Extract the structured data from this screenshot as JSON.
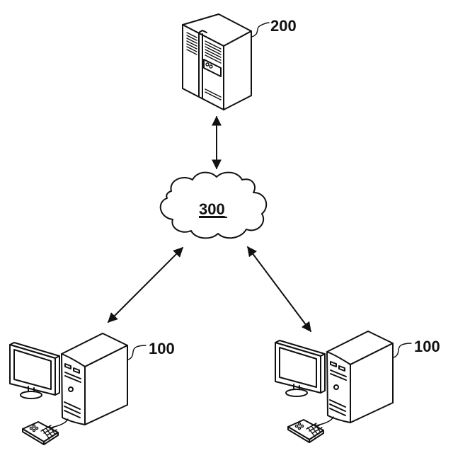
{
  "figure": {
    "type": "network-system-diagram",
    "colors": {
      "stroke": "#111111",
      "background": "#ffffff"
    }
  },
  "nodes": {
    "server": {
      "label": "200",
      "kind": "server-icon"
    },
    "network": {
      "label": "300",
      "kind": "cloud-icon"
    },
    "client_left": {
      "label": "100",
      "kind": "desktop-computer-icon"
    },
    "client_right": {
      "label": "100",
      "kind": "desktop-computer-icon"
    }
  },
  "edges": [
    {
      "from": "server",
      "to": "network",
      "direction": "bidirectional"
    },
    {
      "from": "network",
      "to": "client_left",
      "direction": "bidirectional"
    },
    {
      "from": "network",
      "to": "client_right",
      "direction": "bidirectional"
    }
  ]
}
